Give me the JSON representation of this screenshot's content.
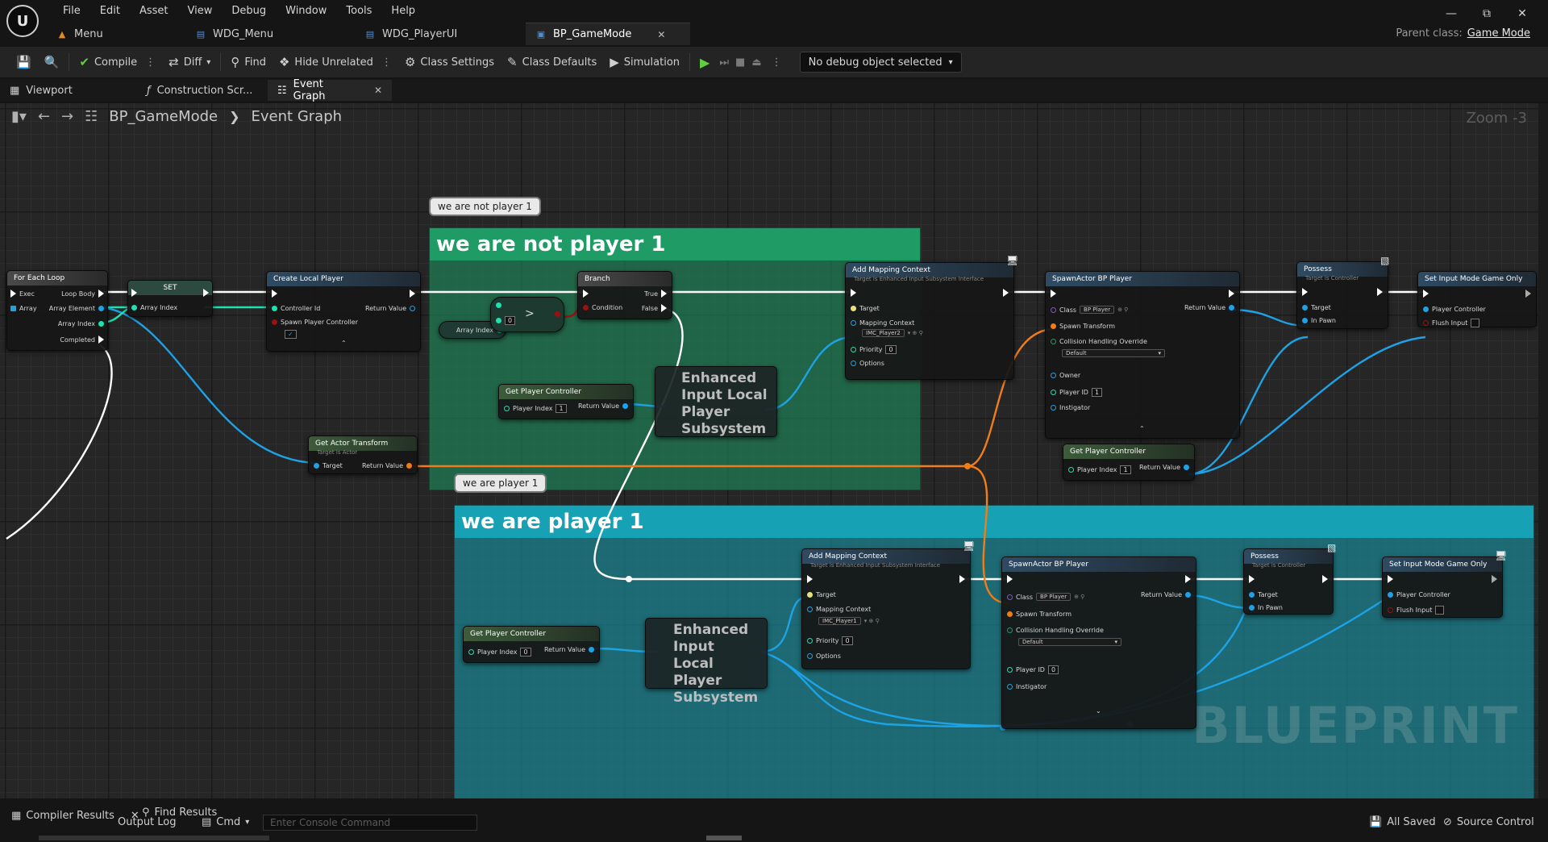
{
  "logo_text": "U",
  "menu": [
    "File",
    "Edit",
    "Asset",
    "View",
    "Debug",
    "Window",
    "Tools",
    "Help"
  ],
  "doc_tabs": [
    {
      "label": "Menu",
      "icon": "level-icon"
    },
    {
      "label": "WDG_Menu",
      "icon": "widget-icon"
    },
    {
      "label": "WDG_PlayerUI",
      "icon": "widget-icon"
    },
    {
      "label": "BP_GameMode",
      "icon": "blueprint-icon",
      "active": true
    }
  ],
  "parent_class": {
    "label": "Parent class:",
    "value": "Game Mode"
  },
  "toolbar": {
    "compile": "Compile",
    "diff": "Diff",
    "find": "Find",
    "hide_unrelated": "Hide Unrelated",
    "class_settings": "Class Settings",
    "class_defaults": "Class Defaults",
    "simulation": "Simulation",
    "debug_select": "No debug object selected"
  },
  "panel_tabs": [
    {
      "label": "Viewport"
    },
    {
      "label": "Construction Scr..."
    },
    {
      "label": "Event Graph",
      "active": true
    }
  ],
  "breadcrumb": {
    "root": "BP_GameMode",
    "current": "Event Graph"
  },
  "zoom": "Zoom -3",
  "watermark": "BLUEPRINT",
  "comments": {
    "not_player1": {
      "title": "we are not player 1",
      "bubble": "we are not player 1",
      "color": "#1f8c5e"
    },
    "player1": {
      "title": "we are player 1",
      "bubble": "we are player 1",
      "color": "#1897a8"
    }
  },
  "nodes": {
    "for_each": {
      "title": "For Each Loop",
      "exec": "Exec",
      "loop_body": "Loop Body",
      "array": "Array",
      "array_element": "Array Element",
      "array_index": "Array Index",
      "completed": "Completed"
    },
    "set": {
      "title": "SET",
      "array_index": "Array Index"
    },
    "create_local_player": {
      "title": "Create Local Player",
      "controller_id": "Controller Id",
      "return_value": "Return Value",
      "spawn_pc": "Spawn Player Controller"
    },
    "array_index_getter": {
      "label": "Array Index"
    },
    "compare": {
      "op": ">",
      "value": "0"
    },
    "branch": {
      "title": "Branch",
      "condition": "Condition",
      "true": "True",
      "false": "False"
    },
    "get_pc_a": {
      "title": "Get Player Controller",
      "player_index": "Player Index",
      "player_index_val": "1",
      "return_value": "Return Value"
    },
    "eils_a": {
      "label": "Enhanced Input Local Player Subsystem"
    },
    "add_mapping_a": {
      "title": "Add Mapping Context",
      "subtitle": "Target is Enhanced Input Subsystem Interface",
      "target": "Target",
      "mapping_context": "Mapping Context",
      "mapping_value": "IMC_Player2",
      "priority": "Priority",
      "priority_val": "0",
      "options": "Options"
    },
    "spawn_a": {
      "title": "SpawnActor BP Player",
      "class": "Class",
      "class_val": "BP Player",
      "return_value": "Return Value",
      "spawn_transform": "Spawn Transform",
      "collision": "Collision Handling Override",
      "collision_val": "Default",
      "owner": "Owner",
      "player_id": "Player ID",
      "player_id_val": "1",
      "instigator": "Instigator"
    },
    "get_pc_b": {
      "title": "Get Player Controller",
      "player_index": "Player Index",
      "player_index_val": "1",
      "return_value": "Return Value"
    },
    "possess_a": {
      "title": "Possess",
      "subtitle": "Target is Controller",
      "target": "Target",
      "in_pawn": "In Pawn"
    },
    "set_input_a": {
      "title": "Set Input Mode Game Only",
      "player_controller": "Player Controller",
      "flush_input": "Flush Input"
    },
    "get_actor_transform": {
      "title": "Get Actor Transform",
      "subtitle": "Target is Actor",
      "target": "Target",
      "return_value": "Return Value"
    },
    "add_mapping_b": {
      "title": "Add Mapping Context",
      "subtitle": "Target is Enhanced Input Subsystem Interface",
      "target": "Target",
      "mapping_context": "Mapping Context",
      "mapping_value": "IMC_Player1",
      "priority": "Priority",
      "priority_val": "0",
      "options": "Options"
    },
    "get_pc_c": {
      "title": "Get Player Controller",
      "player_index": "Player Index",
      "player_index_val": "0",
      "return_value": "Return Value"
    },
    "eils_b": {
      "label": "Enhanced Input Local Player Subsystem"
    },
    "spawn_b": {
      "title": "SpawnActor BP Player",
      "class": "Class",
      "class_val": "BP Player",
      "return_value": "Return Value",
      "spawn_transform": "Spawn Transform",
      "collision": "Collision Handling Override",
      "collision_val": "Default",
      "player_id": "Player ID",
      "player_id_val": "0",
      "instigator": "Instigator"
    },
    "possess_b": {
      "title": "Possess",
      "subtitle": "Target is Controller",
      "target": "Target",
      "in_pawn": "In Pawn"
    },
    "set_input_b": {
      "title": "Set Input Mode Game Only",
      "player_controller": "Player Controller",
      "flush_input": "Flush Input"
    }
  },
  "bottom": {
    "compiler_results": "Compiler Results",
    "find_results": "Find Results",
    "output_log": "Output Log",
    "cmd": "Cmd",
    "console_placeholder": "Enter Console Command",
    "all_saved": "All Saved",
    "source_control": "Source Control"
  },
  "colors": {
    "exec_wire": "#ffffff",
    "object_wire": "#1ea2e6",
    "int_wire": "#1fe0b0",
    "transform_wire": "#f07d1a",
    "bool_wire": "#8b0000",
    "compile_ok": "#5fcf3f"
  }
}
